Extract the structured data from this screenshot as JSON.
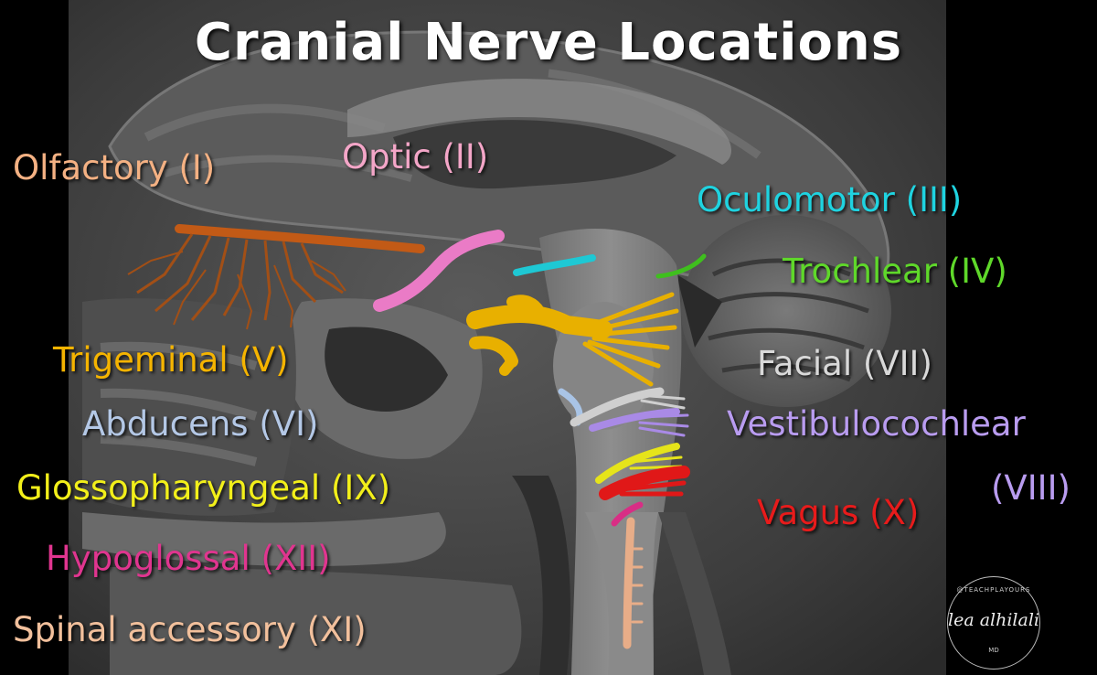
{
  "title": "Cranial Nerve Locations",
  "labels": {
    "olfactory": {
      "text": "Olfactory (I)",
      "color": "#f4b183"
    },
    "optic": {
      "text": "Optic (II)",
      "color": "#f4a6c8"
    },
    "oculomotor": {
      "text": "Oculomotor (III)",
      "color": "#1fd3e0"
    },
    "trochlear": {
      "text": "Trochlear (IV)",
      "color": "#5fd82a"
    },
    "trigeminal": {
      "text": "Trigeminal (V)",
      "color": "#f5b400"
    },
    "facial": {
      "text": "Facial (VII)",
      "color": "#d9d9d9"
    },
    "abducens": {
      "text": "Abducens (VI)",
      "color": "#b4c8e6"
    },
    "vestibulocochlear": {
      "text": "Vestibulocochlear",
      "color": "#b99cf0"
    },
    "vestibulocochlear_numeral": {
      "text": "(VIII)",
      "color": "#b99cf0"
    },
    "glossopharyngeal": {
      "text": "Glossopharyngeal (IX)",
      "color": "#f2ef1a"
    },
    "vagus": {
      "text": "Vagus (X)",
      "color": "#e81b1b"
    },
    "hypoglossal": {
      "text": "Hypoglossal (XII)",
      "color": "#e0358f"
    },
    "spinal_accessory": {
      "text": "Spinal accessory (XI)",
      "color": "#f2c09c"
    }
  },
  "watermark": {
    "top_text": "@TEACHPLAYOURS",
    "signature": "lea alhilali",
    "credential": "MD"
  }
}
